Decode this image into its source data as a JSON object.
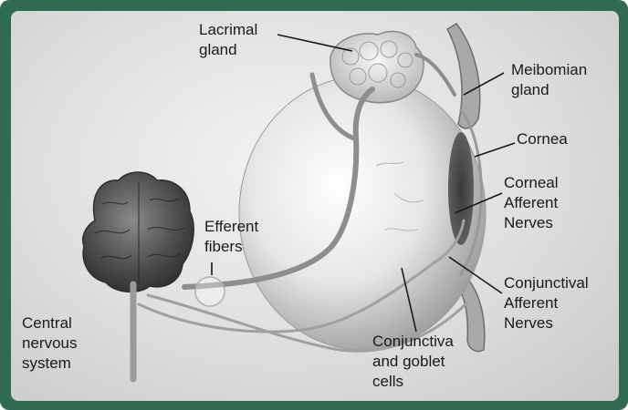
{
  "labels": {
    "lacrimal_gland": "Lacrimal\ngland",
    "meibomian_gland": "Meibomian\ngland",
    "cornea": "Cornea",
    "corneal_afferent_nerves": "Corneal\nAfferent\nNerves",
    "efferent_fibers": "Efferent\nfibers",
    "conjunctival_afferent_nerves": "Conjunctival\nAfferent\nNerves",
    "central_nervous_system": "Central\nnervous\nsystem",
    "conjunctiva_goblet_cells": "Conjunctiva\nand goblet\ncells"
  },
  "colors": {
    "frame": "#2f6a52",
    "background": "#e2e2e0",
    "eyeball": "#e8e8e6",
    "nerve": "#8e8e8c",
    "brain": "#5a5a58",
    "text": "#1a1a1a"
  }
}
